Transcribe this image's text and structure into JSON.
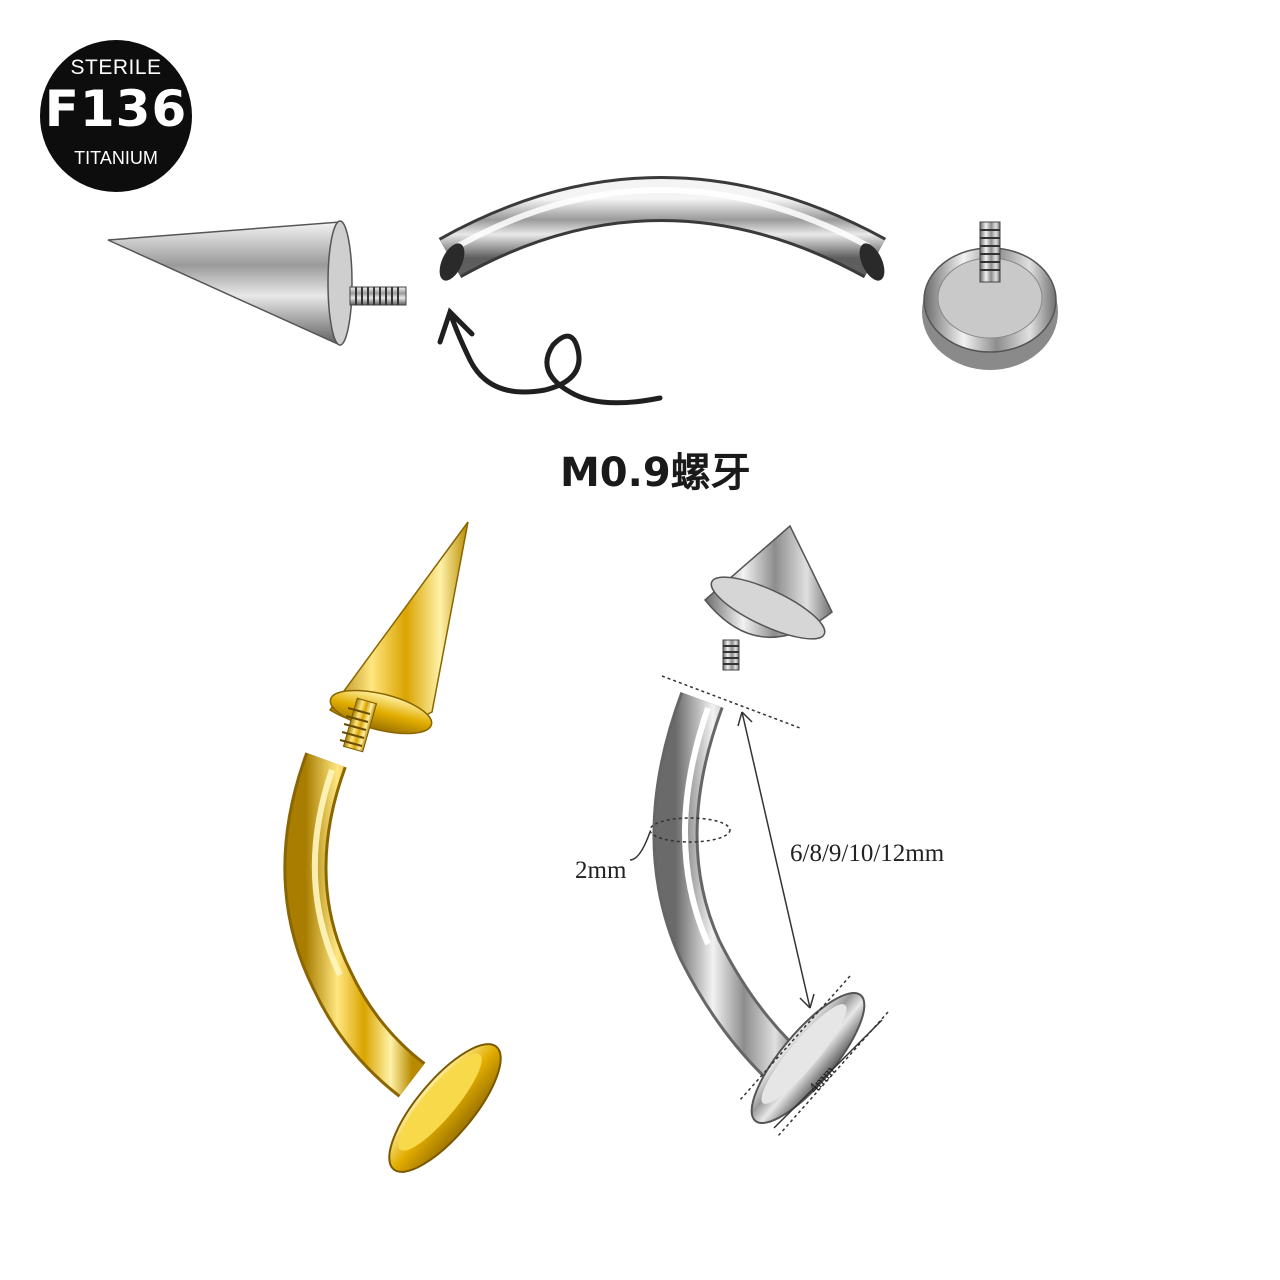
{
  "badge": {
    "line1": "STERILE",
    "line2": "F136",
    "line3": "TITANIUM"
  },
  "thread_label": "M0.9螺牙",
  "dimensions": {
    "length": "6/8/9/10/12mm",
    "gauge": "2mm",
    "disc": "4mm"
  },
  "colors": {
    "silver": "#c8c8c8",
    "gold": "#e8b800",
    "badge_bg": "#0d0d0d"
  }
}
